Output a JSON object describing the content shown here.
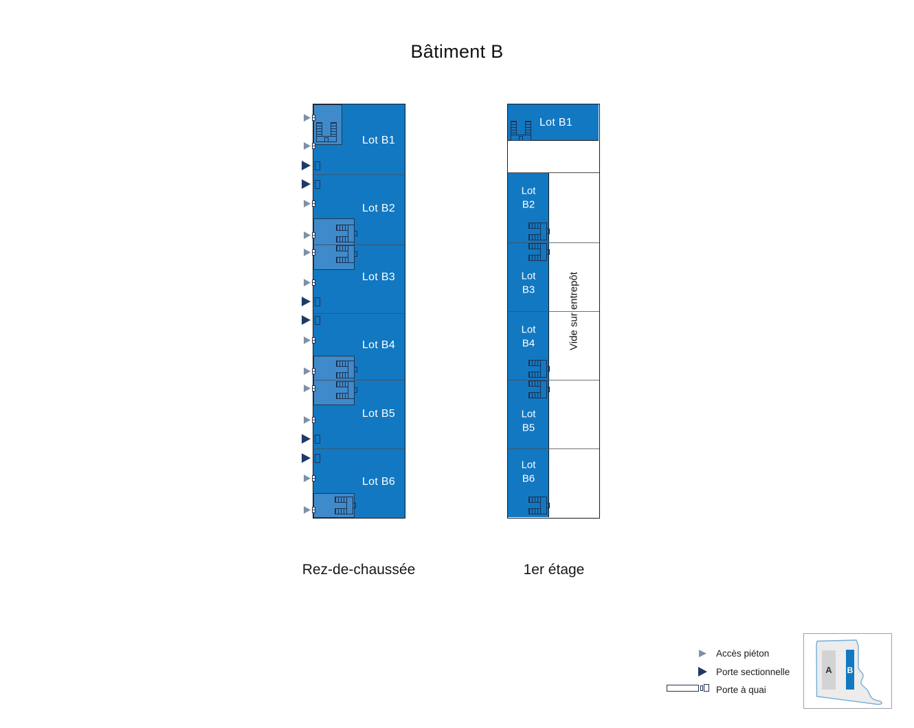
{
  "title": "Bâtiment B",
  "floors": {
    "ground": {
      "caption": "Rez-de-chaussée",
      "lots": [
        {
          "label": "Lot B1"
        },
        {
          "label": "Lot B2"
        },
        {
          "label": "Lot B3"
        },
        {
          "label": "Lot B4"
        },
        {
          "label": "Lot B5"
        },
        {
          "label": "Lot B6"
        }
      ]
    },
    "first": {
      "caption": "1er étage",
      "lot_b1": {
        "label": "Lot B1"
      },
      "lots": [
        {
          "line1": "Lot",
          "line2": "B2"
        },
        {
          "line1": "Lot",
          "line2": "B3"
        },
        {
          "line1": "Lot",
          "line2": "B4"
        },
        {
          "line1": "Lot",
          "line2": "B5"
        },
        {
          "line1": "Lot",
          "line2": "B6"
        }
      ],
      "void_label": "Vide sur entrepôt"
    }
  },
  "legend": {
    "pedestrian_access": "Accès piéton",
    "sectional_door": "Porte sectionnelle",
    "dock_door": "Porte à quai"
  },
  "minimap": {
    "building_a_label": "A",
    "building_b_label": "B"
  },
  "colors": {
    "lot_blue": "#1278c2",
    "annex_blue": "#3f8aca",
    "navy_arrow": "#1f3a66",
    "pedestrian_gray": "#7f90a6",
    "plan_border": "#16191d"
  }
}
